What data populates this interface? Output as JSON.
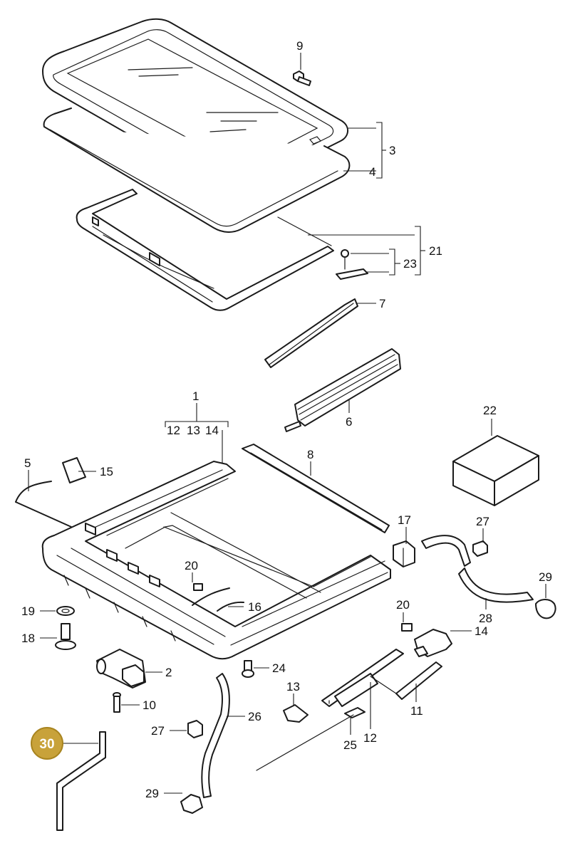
{
  "diagram": {
    "accent_color": "#c8a23a",
    "highlighted_part": "30",
    "callouts": [
      "9",
      "3",
      "4",
      "21",
      "23",
      "7",
      "6",
      "1",
      "12",
      "13",
      "14",
      "8",
      "22",
      "5",
      "15",
      "17",
      "27",
      "29",
      "28",
      "20",
      "16",
      "19",
      "18",
      "2",
      "24",
      "10",
      "13",
      "12",
      "11",
      "25",
      "26",
      "27",
      "29",
      "30"
    ]
  }
}
